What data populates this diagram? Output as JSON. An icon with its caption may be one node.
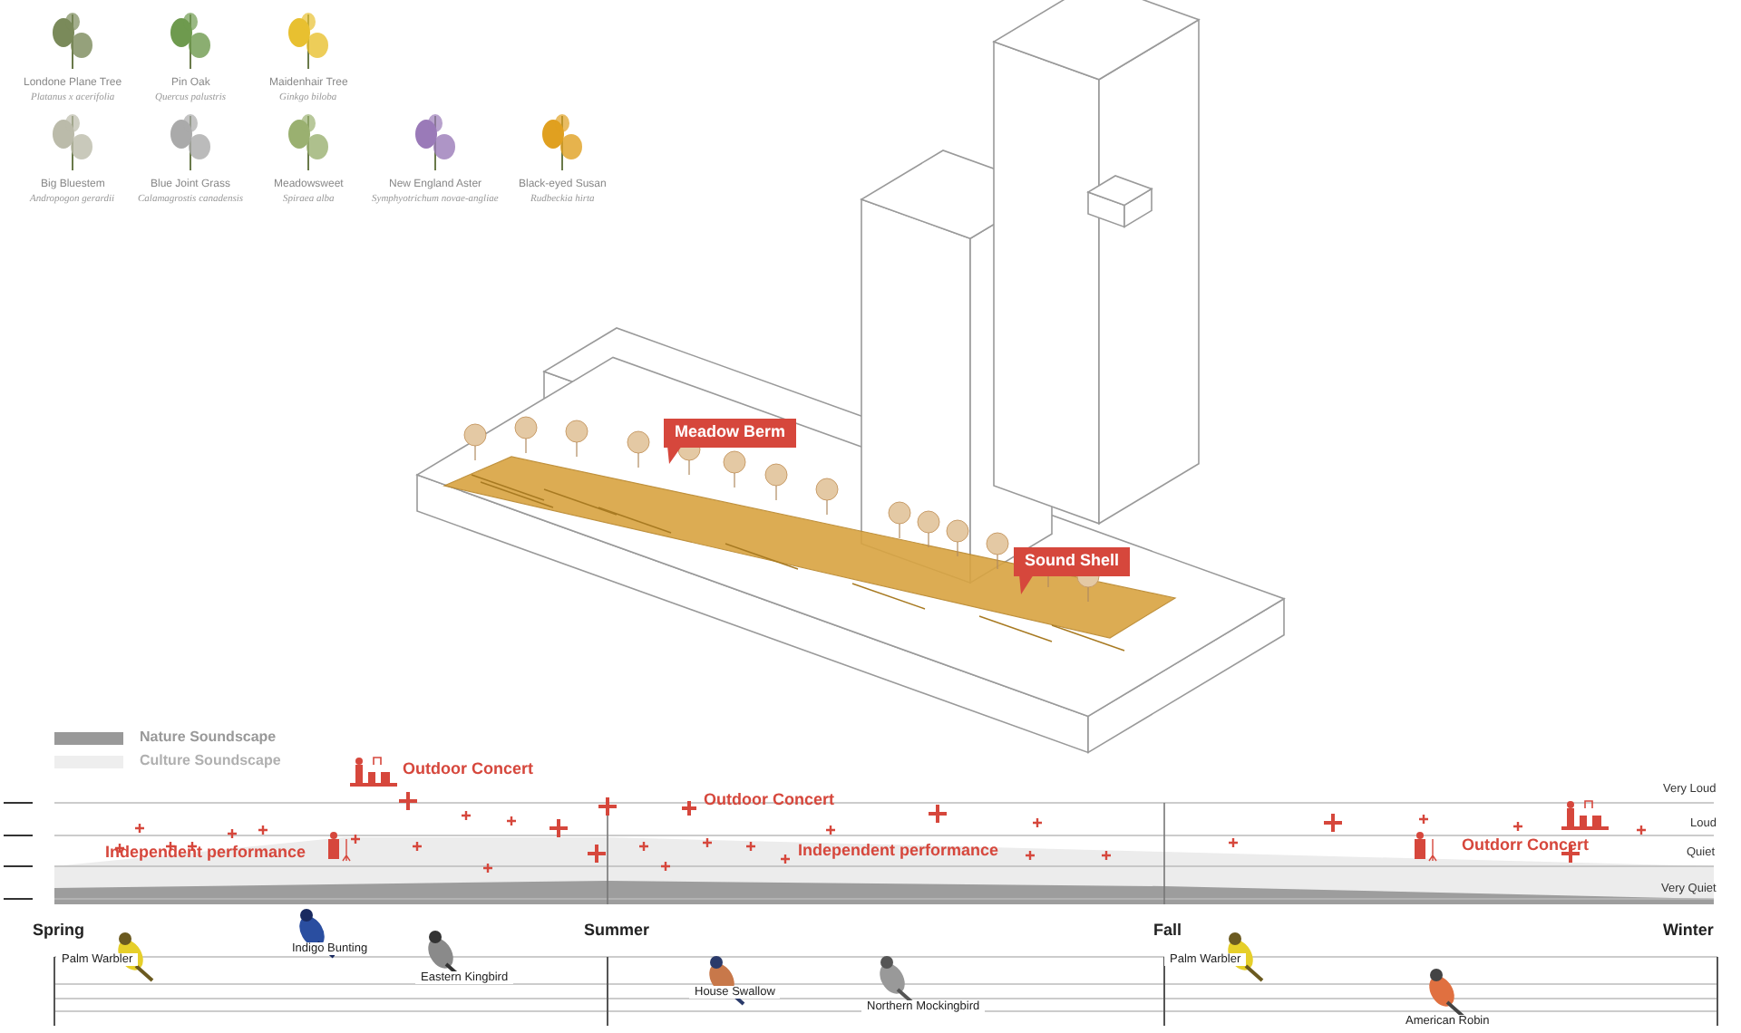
{
  "diagram": {
    "labels": [
      "Londone Plane Tree",
      "Platanus x acerifolia",
      "Pin Oak",
      "Quercus palustris",
      "Maidenhair Tree",
      "Ginkgo biloba",
      "Big Bluestem",
      "Andropogon gerardii",
      "Blue Joint Grass",
      "Calamagrostis canadensis",
      "Meadowsweet",
      "Spiraea alba",
      "New England Aster",
      "Symphyotrichum novae-angliae",
      "Black-eyed Susan",
      "Rudbeckia hirta",
      "Meadow Berm",
      "Sound Shell",
      "Outdoor Concert",
      "Very Loud",
      "Outdoor Concert",
      "Loud",
      "Independent performance",
      "Independent performance",
      "Outdorr Concert",
      "Quiet",
      "Very Quiet",
      "Spring",
      "Summer",
      "Fall",
      "Winter",
      "Palm Warbler",
      "Indigo Bunting",
      "Eastern Kingbird",
      "House Swallow",
      "Northern Mockingbird",
      "Palm Warbler",
      "American Robin"
    ],
    "legend": [
      {
        "text": "Nature Soundscape",
        "color": "#999999"
      },
      {
        "text": "Culture Soundscape",
        "color": "#eeeeee"
      }
    ]
  }
}
